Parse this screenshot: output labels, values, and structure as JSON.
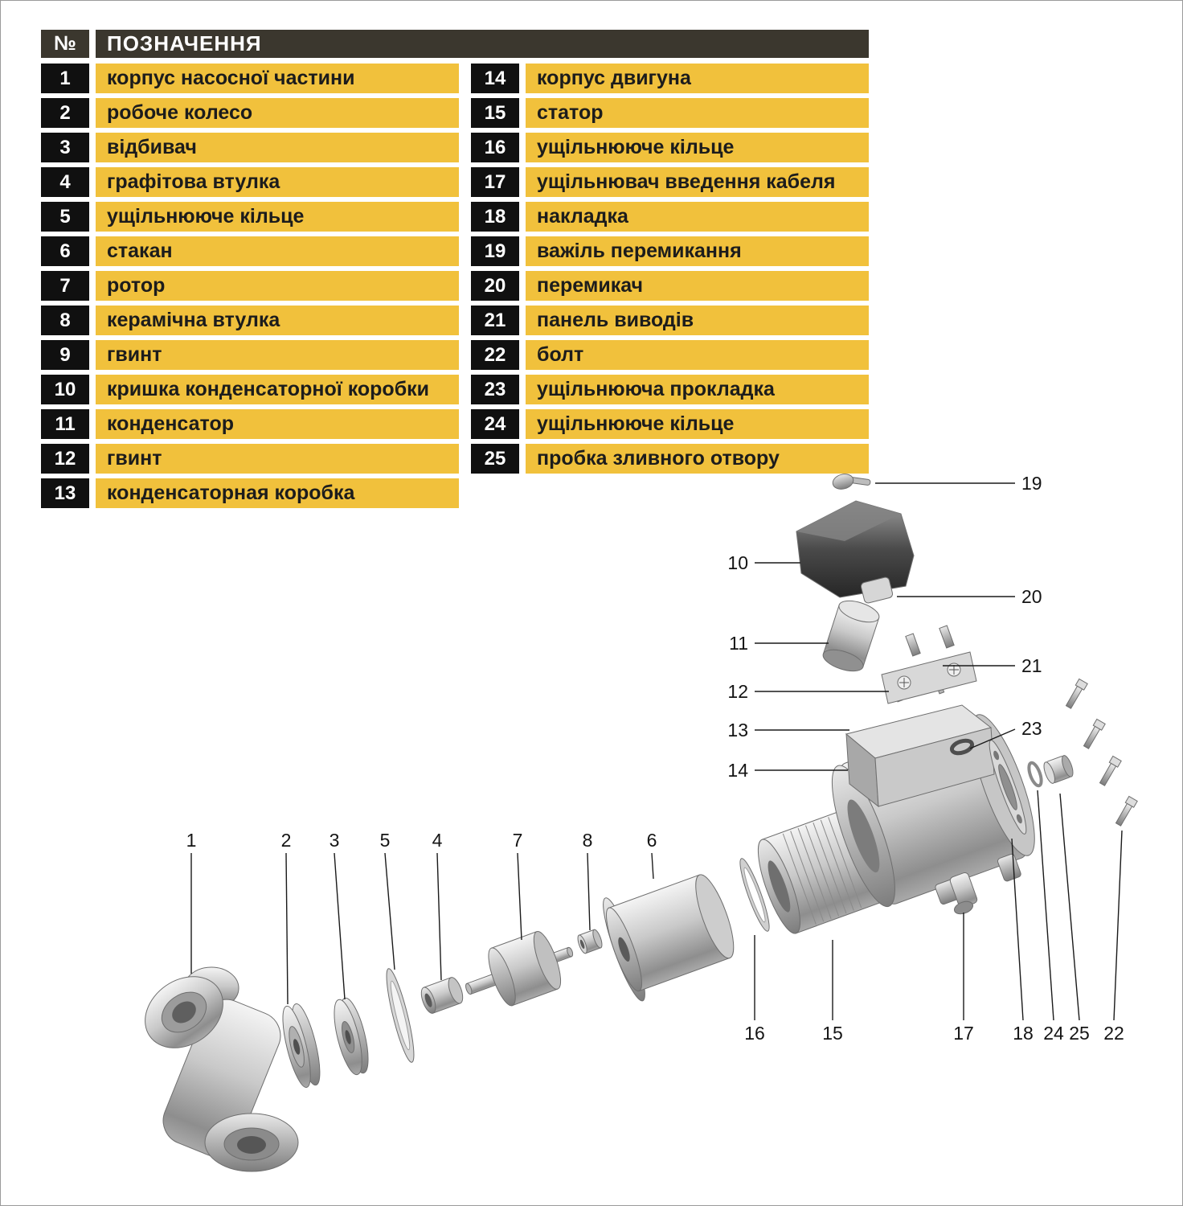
{
  "colors": {
    "row_yellow": "#F1C13C",
    "header_dark": "#3B372E",
    "number_black": "#101010",
    "page_border": "#9A9A9A"
  },
  "table": {
    "num_header": "№",
    "title": "ПОЗНАЧЕННЯ",
    "left": [
      {
        "num": "1",
        "label": "корпус насосної частини"
      },
      {
        "num": "2",
        "label": "робоче колесо"
      },
      {
        "num": "3",
        "label": "відбивач"
      },
      {
        "num": "4",
        "label": "графітова втулка"
      },
      {
        "num": "5",
        "label": "ущільнююче кільце"
      },
      {
        "num": "6",
        "label": "стакан"
      },
      {
        "num": "7",
        "label": "ротор"
      },
      {
        "num": "8",
        "label": "керамічна втулка"
      },
      {
        "num": "9",
        "label": "гвинт"
      },
      {
        "num": "10",
        "label": "кришка конденсаторної коробки"
      },
      {
        "num": "11",
        "label": "конденсатор"
      },
      {
        "num": "12",
        "label": "гвинт"
      },
      {
        "num": "13",
        "label": "конденсаторная коробка"
      }
    ],
    "right": [
      {
        "num": "14",
        "label": "корпус двигуна"
      },
      {
        "num": "15",
        "label": "статор"
      },
      {
        "num": "16",
        "label": "ущільнююче кільце"
      },
      {
        "num": "17",
        "label": "ущільнювач введення кабеля"
      },
      {
        "num": "18",
        "label": "накладка"
      },
      {
        "num": "19",
        "label": "важіль перемикання"
      },
      {
        "num": "20",
        "label": "перемикач"
      },
      {
        "num": "21",
        "label": "панель виводів"
      },
      {
        "num": "22",
        "label": "болт"
      },
      {
        "num": "23",
        "label": "ущільнююча прокладка"
      },
      {
        "num": "24",
        "label": "ущільнююче кільце"
      },
      {
        "num": "25",
        "label": "пробка зливного отвору"
      }
    ]
  },
  "diagram": {
    "callouts": [
      "19",
      "10",
      "20",
      "11",
      "21",
      "12",
      "13",
      "23",
      "14",
      "1",
      "2",
      "3",
      "5",
      "4",
      "7",
      "8",
      "6",
      "16",
      "15",
      "17",
      "18",
      "24",
      "25",
      "22"
    ]
  }
}
